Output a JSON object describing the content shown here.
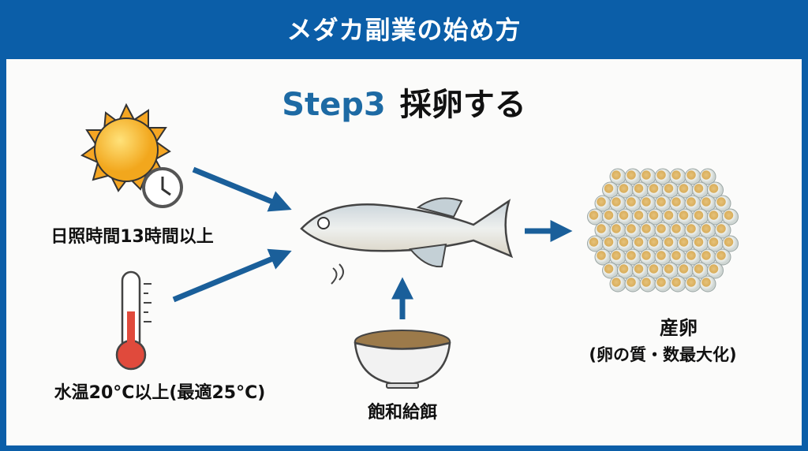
{
  "header": {
    "title": "メダカ副業の始め方"
  },
  "step": {
    "number": "Step3",
    "title": "採卵する"
  },
  "conditions": [
    {
      "label": "日照時間13時間以上",
      "icon": "sun-clock-icon"
    },
    {
      "label": "水温20°C以上(最適25°C)",
      "icon": "thermometer-icon"
    },
    {
      "label": "飽和給餌",
      "icon": "food-bowl-icon"
    }
  ],
  "result": {
    "title": "産卵",
    "subtitle": "(卵の質・数最大化)"
  },
  "colors": {
    "header": "#0b5ea8",
    "accent": "#1d6aa4",
    "arrow": "#1a5f9a"
  }
}
